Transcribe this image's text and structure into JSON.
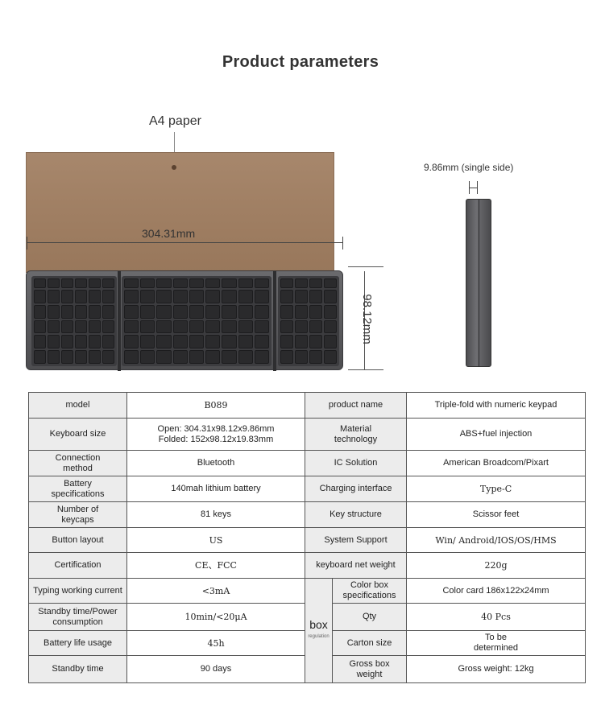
{
  "title": "Product parameters",
  "figure": {
    "paper_label": "A4 paper",
    "width_label": "304.31mm",
    "height_label": "98.12mm",
    "side_label": "9.86mm (single side)"
  },
  "table": {
    "rows": [
      {
        "l1": "model",
        "v1": "B089",
        "l2": "product name",
        "v2": "Triple-fold with numeric keypad"
      },
      {
        "l1": "Keyboard size",
        "v1a": "Open: 304.31x98.12x9.86mm",
        "v1b": "Folded: 152x98.12x19.83mm",
        "l2a": "Material",
        "l2b": "technology",
        "v2": "ABS+fuel injection"
      },
      {
        "l1a": "Connection",
        "l1b": "method",
        "v1": "Bluetooth",
        "l2": "IC Solution",
        "v2": "American Broadcom/Pixart"
      },
      {
        "l1a": "Battery",
        "l1b": "specifications",
        "v1": "140mah lithium battery",
        "l2": "Charging interface",
        "v2": "Type-C"
      },
      {
        "l1a": "Number of",
        "l1b": "keycaps",
        "v1": "81 keys",
        "l2": "Key structure",
        "v2": "Scissor feet"
      },
      {
        "l1": "Button layout",
        "v1": "US",
        "l2": "System Support",
        "v2": "Win/ Android/IOS/OS/HMS"
      },
      {
        "l1": "Certification",
        "v1": "CE、FCC",
        "l2": "keyboard net weight",
        "v2": "220g"
      },
      {
        "l1": "Typing working current",
        "v1": "<3mA",
        "box": "box",
        "box_sub": "regulation",
        "l2a": "Color box",
        "l2b": "specifications",
        "v2": "Color card 186x122x24mm"
      },
      {
        "l1a": "Standby time/Power",
        "l1b": "consumption",
        "v1": "10min/<20μA",
        "l2": "Qty",
        "v2": "40 Pcs"
      },
      {
        "l1": "Battery life usage",
        "v1": "45h",
        "l2": "Carton size",
        "v2a": "To be",
        "v2b": "determined"
      },
      {
        "l1": "Standby time",
        "v1": "90 days",
        "l2a": "Gross box",
        "l2b": "weight",
        "v2": "Gross weight: 12kg"
      }
    ]
  }
}
